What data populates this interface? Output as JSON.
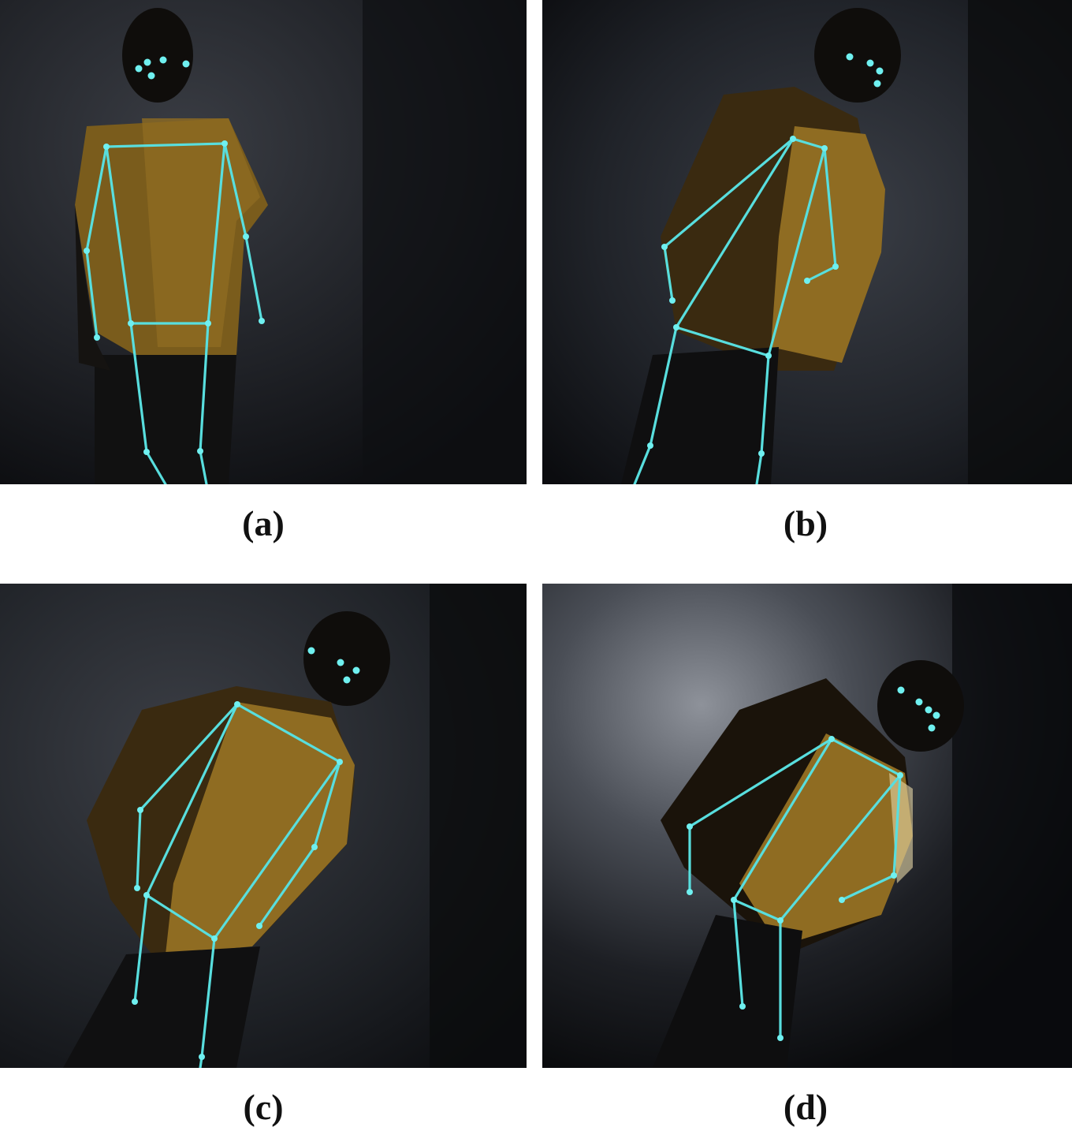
{
  "panels": [
    {
      "id": "a",
      "caption": "(a)"
    },
    {
      "id": "b",
      "caption": "(b)"
    },
    {
      "id": "c",
      "caption": "(c)"
    },
    {
      "id": "d",
      "caption": "(d)"
    }
  ],
  "colors": {
    "skeleton": "#58dede",
    "background": "#1c1e22",
    "shirt": "#8a6a22"
  }
}
